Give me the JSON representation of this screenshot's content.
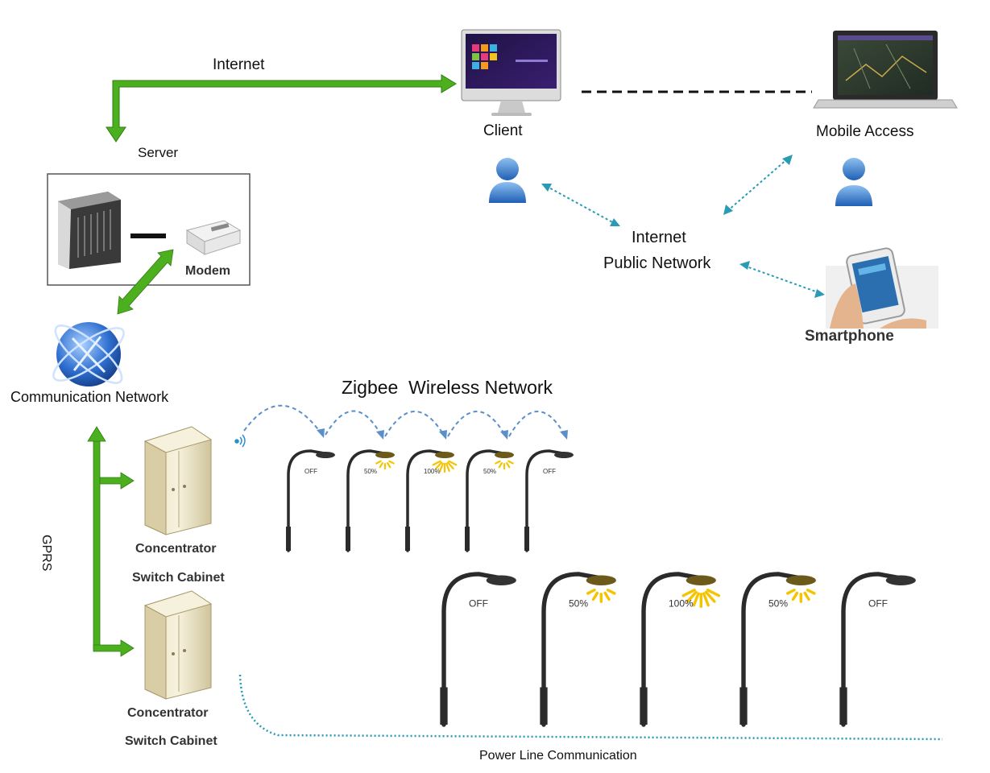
{
  "labels": {
    "internet_top": "Internet",
    "server": "Server",
    "modem": "Modem",
    "communication_network": "Communication Network",
    "client": "Client",
    "mobile_access": "Mobile Access",
    "internet_public_1": "Internet",
    "internet_public_2": "Public Network",
    "smartphone": "Smartphone",
    "zigbee": "Zigbee  Wireless Network",
    "gprs": "GPRS",
    "concentrator_1": "Concentrator",
    "switch_cabinet_1": "Switch Cabinet",
    "concentrator_2": "Concentrator",
    "switch_cabinet_2": "Switch Cabinet",
    "power_line": "Power Line Communication"
  },
  "zigbee_lamps": [
    {
      "level": "OFF",
      "lit": 0
    },
    {
      "level": "50%",
      "lit": 0.5
    },
    {
      "level": "100%",
      "lit": 1
    },
    {
      "level": "50%",
      "lit": 0.5
    },
    {
      "level": "OFF",
      "lit": 0
    }
  ],
  "plc_lamps": [
    {
      "level": "OFF",
      "lit": 0
    },
    {
      "level": "50%",
      "lit": 0.5
    },
    {
      "level": "100%",
      "lit": 1
    },
    {
      "level": "50%",
      "lit": 0.5
    },
    {
      "level": "OFF",
      "lit": 0
    }
  ],
  "colors": {
    "green_arrow": "#4caf1e",
    "teal_link": "#2a9bb3",
    "zigbee_dash": "#5b8fc9",
    "lamp_pole": "#2b2b2b",
    "lamp_light": "#f5c400",
    "user_blue": "#2e6fc4"
  }
}
